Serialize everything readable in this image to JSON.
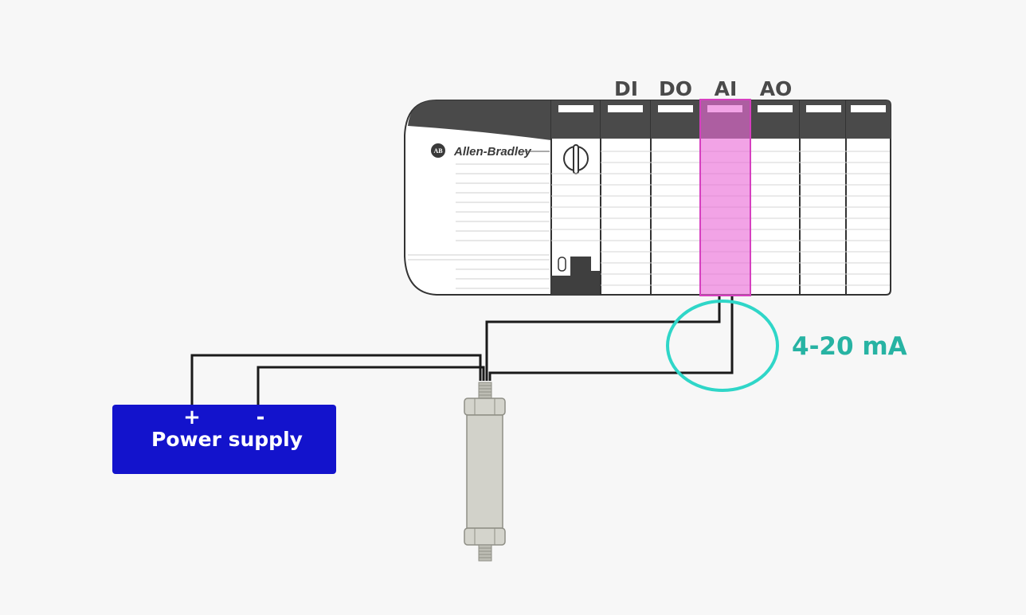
{
  "slot_labels": {
    "di": "DI",
    "do": "DO",
    "ai": "AI",
    "ao": "AO"
  },
  "plc": {
    "brand": "Allen-Bradley",
    "logo": "AB"
  },
  "power_supply": {
    "label": "Power supply",
    "plus": "+",
    "minus": "-"
  },
  "signal": {
    "label": "4-20 mA"
  },
  "colors": {
    "highlight": "#ea6ad6",
    "power_supply": "#1313cc",
    "annotation": "#2fd6c8",
    "annotation_text": "#27b3a3",
    "plc_header": "#4a4a4a"
  }
}
